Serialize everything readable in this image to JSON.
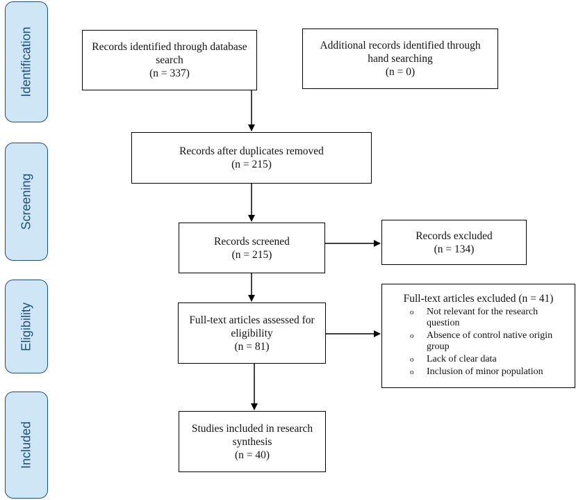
{
  "phases": {
    "identification": "Identification",
    "screening": "Screening",
    "eligibility": "Eligibility",
    "included": "Included"
  },
  "boxes": {
    "db_search": {
      "line1": "Records identified through database",
      "line2": "search",
      "line3": "(n = 337)"
    },
    "hand_search": {
      "line1": "Additional records identified through",
      "line2": "hand searching",
      "line3": "(n = 0)"
    },
    "duplicates": {
      "line1": "Records after duplicates removed",
      "line2": "(n = 215)"
    },
    "screened": {
      "line1": "Records screened",
      "line2": "(n = 215)"
    },
    "excluded": {
      "line1": "Records excluded",
      "line2": "(n = 134)"
    },
    "fulltext": {
      "line1": "Full-text articles assessed for",
      "line2": "eligibility",
      "line3": "(n = 81)"
    },
    "fulltext_excluded": {
      "title": "Full-text articles excluded (n = 41)",
      "bullet": "o",
      "reasons": [
        "Not relevant for the research question",
        "Absence of control native origin group",
        "Lack of clear data",
        "Inclusion of minor population"
      ]
    },
    "included": {
      "line1": "Studies included in research",
      "line2": "synthesis",
      "line3": "(n = 40)"
    }
  }
}
